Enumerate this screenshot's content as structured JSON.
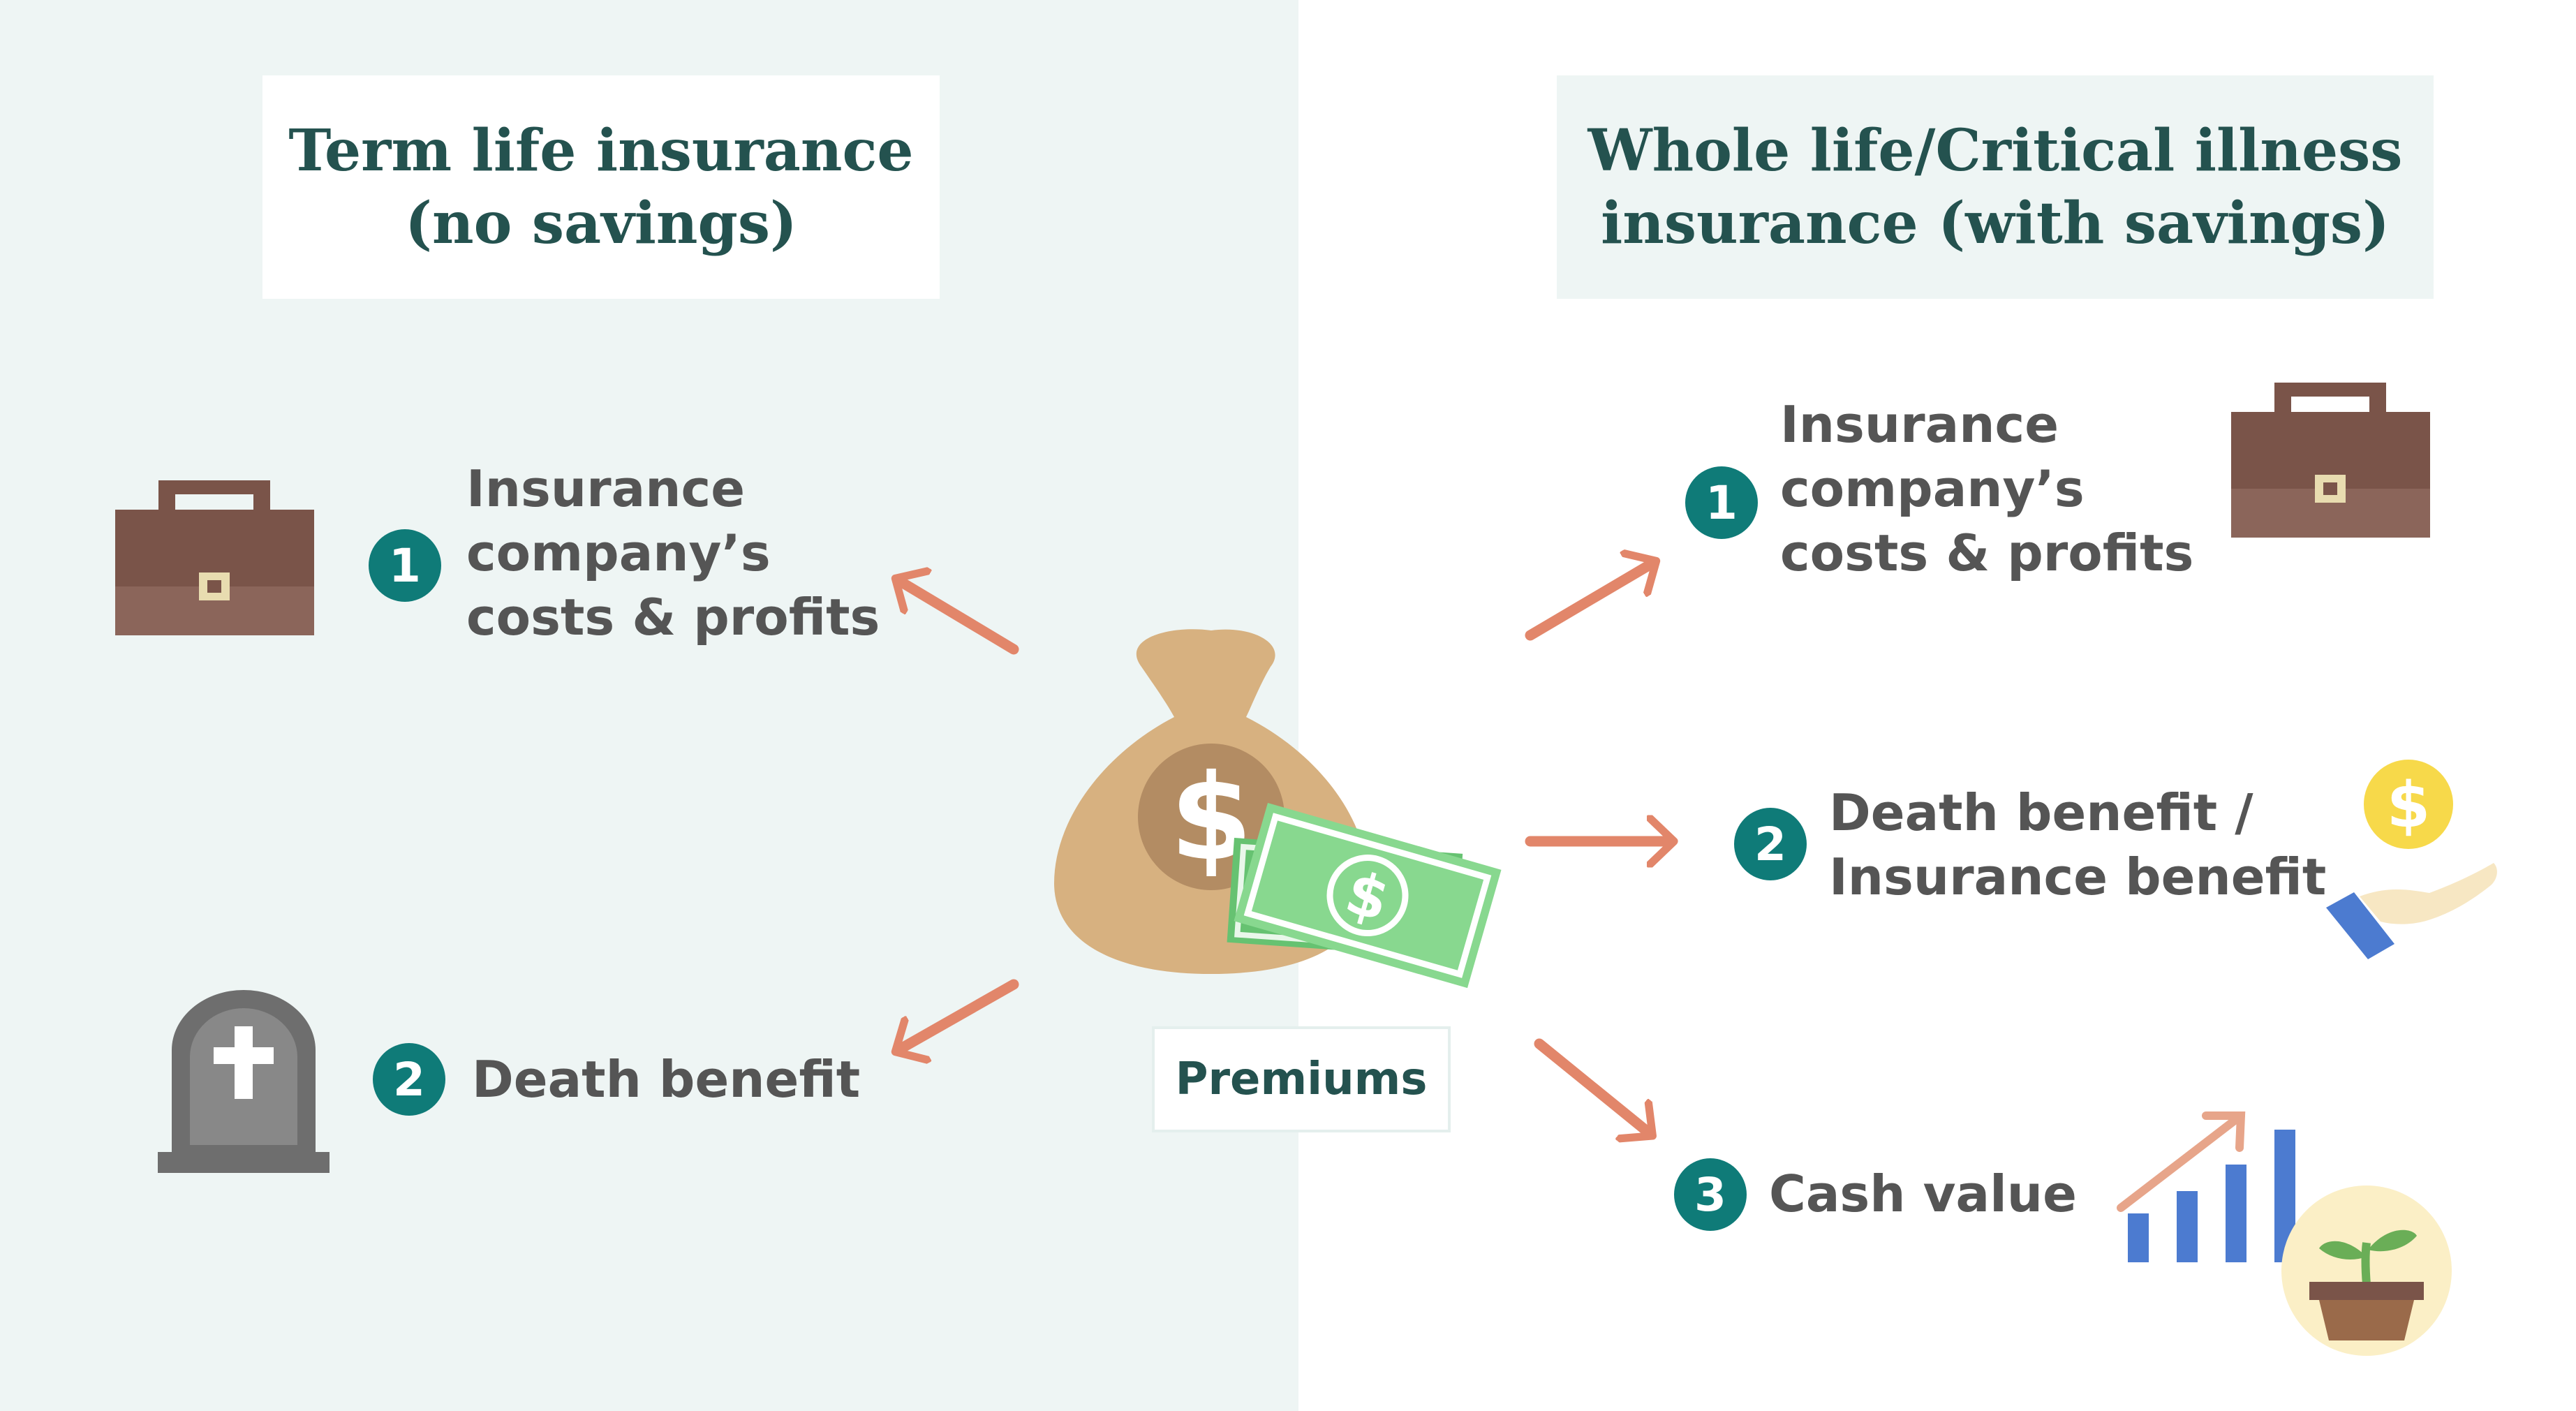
{
  "left": {
    "title_line1": "Term life insurance",
    "title_line2": "(no savings)",
    "items": [
      {
        "number": "1",
        "lines": [
          "Insurance",
          "company’s",
          "costs & profits"
        ],
        "icon": "briefcase-icon"
      },
      {
        "number": "2",
        "lines": [
          "Death benefit"
        ],
        "icon": "tombstone-icon"
      }
    ]
  },
  "right": {
    "title_line1": "Whole life/Critical illness",
    "title_line2": "insurance (with savings)",
    "items": [
      {
        "number": "1",
        "lines": [
          "Insurance",
          "company’s",
          "costs & profits"
        ],
        "icon": "briefcase-icon"
      },
      {
        "number": "2",
        "lines": [
          "Death benefit /",
          "Insurance benefit"
        ],
        "icon": "hand-coin-icon"
      },
      {
        "number": "3",
        "lines": [
          "Cash value"
        ],
        "icon": "growth-chart-plant-icon"
      }
    ]
  },
  "center": {
    "money_bag_symbol": "$",
    "bill_symbol": "$",
    "premiums_label": "Premiums",
    "icon": "money-bag-with-cash-icon"
  },
  "colors": {
    "left_background": "#eef5f4",
    "title_text": "#24524f",
    "badge": "#0f7b78",
    "label_text": "#555555",
    "arrow": "#e2866a"
  }
}
